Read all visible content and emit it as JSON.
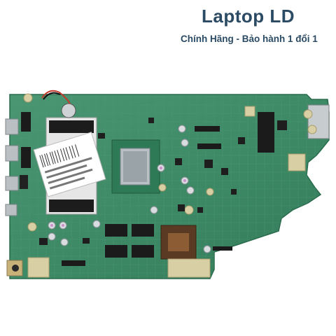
{
  "brand": {
    "title": "Laptop LD",
    "subtitle": "Chính Hãng - Bảo hành 1 đổi 1"
  },
  "colors": {
    "pcb": "#3e8a66",
    "pcb_dark": "#2f7152",
    "brand_text": "#2b4a63"
  },
  "image": {
    "subject": "laptop motherboard"
  }
}
